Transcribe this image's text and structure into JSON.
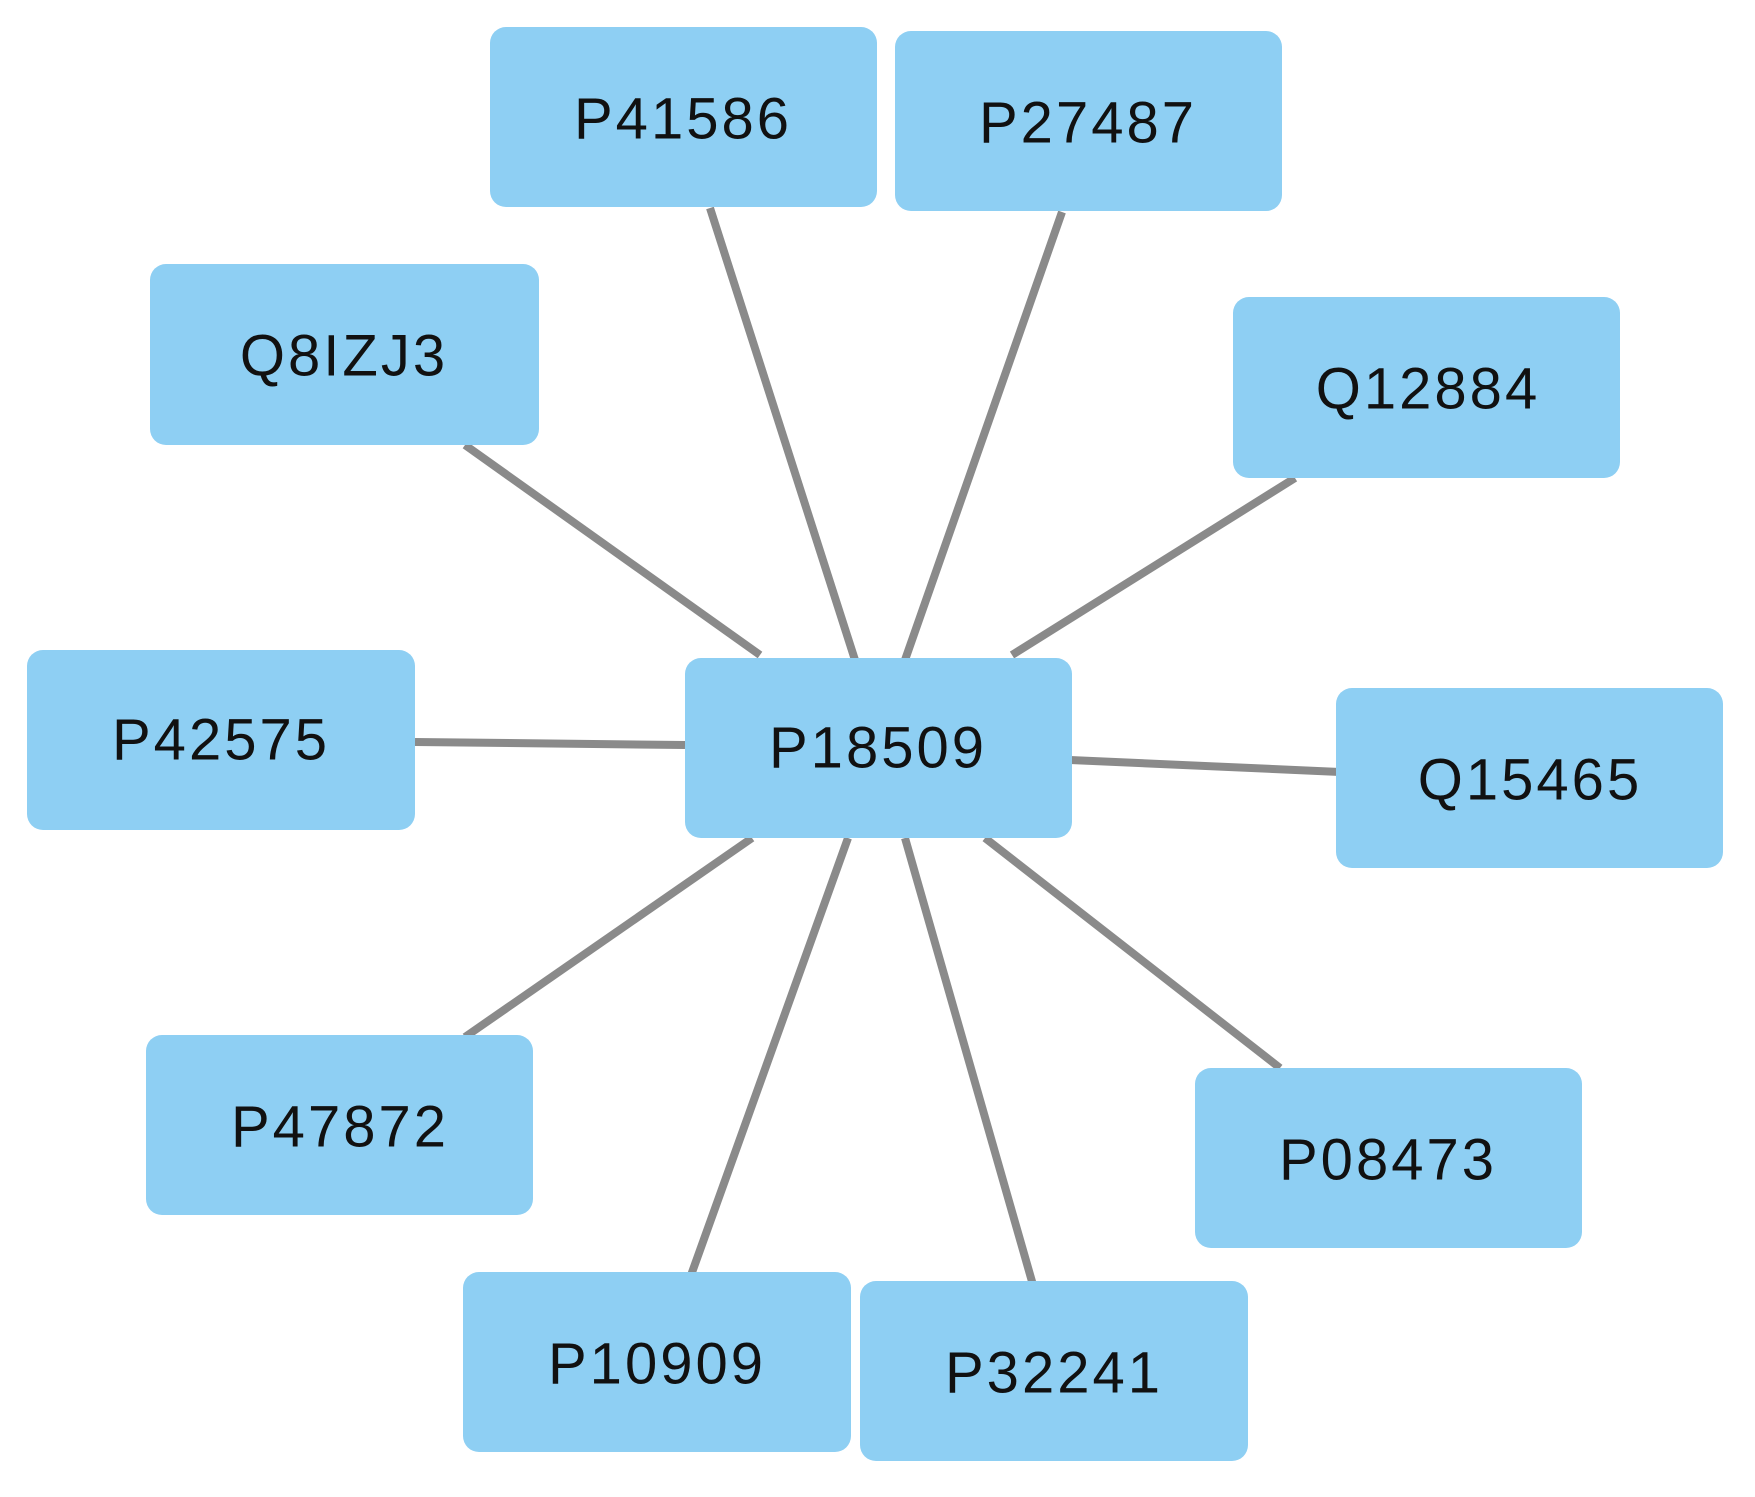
{
  "network": {
    "hub": {
      "id": "P18509",
      "label": "P18509"
    },
    "neighbors": [
      {
        "id": "P41586",
        "label": "P41586"
      },
      {
        "id": "P27487",
        "label": "P27487"
      },
      {
        "id": "Q8IZJ3",
        "label": "Q8IZJ3"
      },
      {
        "id": "Q12884",
        "label": "Q12884"
      },
      {
        "id": "P42575",
        "label": "P42575"
      },
      {
        "id": "Q15465",
        "label": "Q15465"
      },
      {
        "id": "P47872",
        "label": "P47872"
      },
      {
        "id": "P08473",
        "label": "P08473"
      },
      {
        "id": "P10909",
        "label": "P10909"
      },
      {
        "id": "P32241",
        "label": "P32241"
      }
    ],
    "edges": [
      [
        "P18509",
        "P41586"
      ],
      [
        "P18509",
        "P27487"
      ],
      [
        "P18509",
        "Q8IZJ3"
      ],
      [
        "P18509",
        "Q12884"
      ],
      [
        "P18509",
        "P42575"
      ],
      [
        "P18509",
        "Q15465"
      ],
      [
        "P18509",
        "P47872"
      ],
      [
        "P18509",
        "P08473"
      ],
      [
        "P18509",
        "P10909"
      ],
      [
        "P18509",
        "P32241"
      ]
    ],
    "colors": {
      "node_fill": "#8ecff3",
      "edge": "#8a8a8a",
      "label": "#111111"
    }
  }
}
